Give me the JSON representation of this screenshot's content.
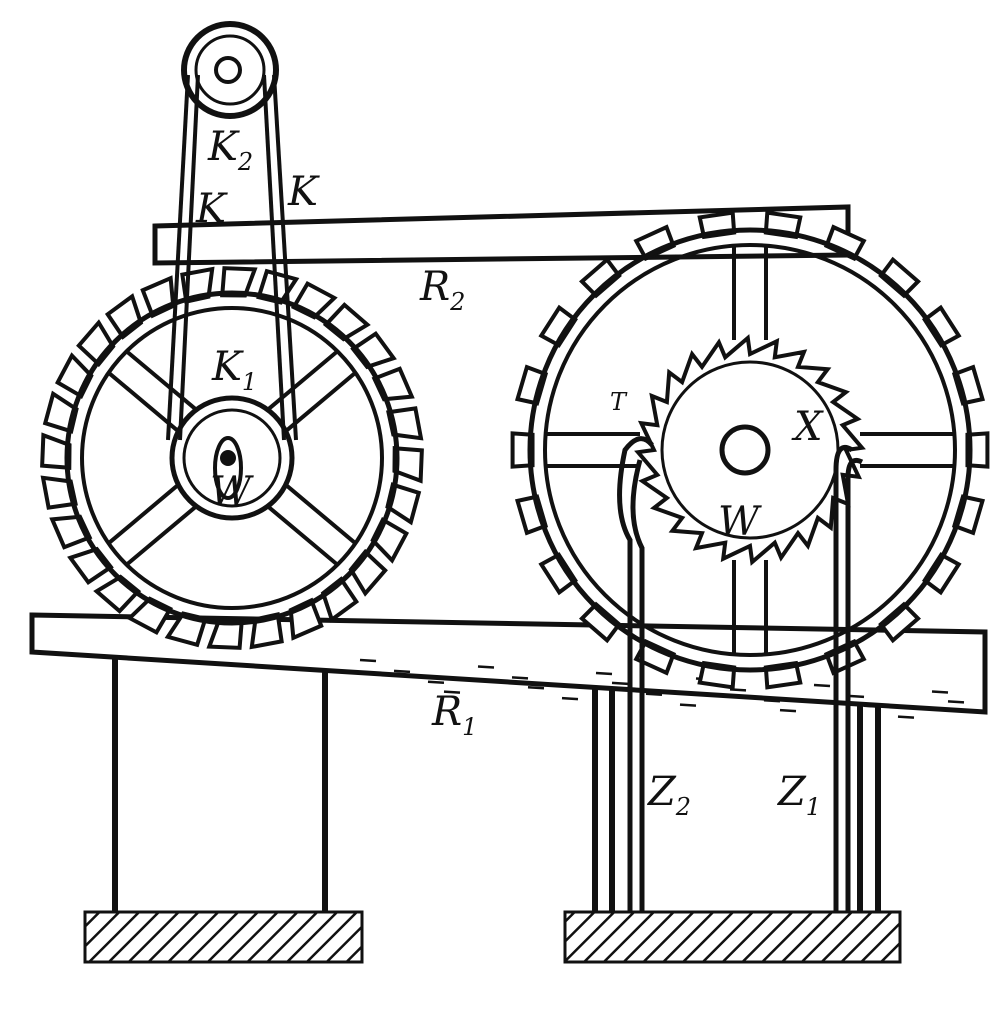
{
  "colors": {
    "ink": "#111111",
    "paper": "#ffffff",
    "water": "#111111"
  },
  "labels": {
    "K2": {
      "main": "K",
      "sub": "2"
    },
    "K_left": {
      "main": "K"
    },
    "K_right": {
      "main": "K"
    },
    "K1": {
      "main": "K",
      "sub": "1"
    },
    "R2": {
      "main": "R",
      "sub": "2"
    },
    "R1": {
      "main": "R",
      "sub": "1"
    },
    "W_left": {
      "main": "W"
    },
    "T": {
      "main": "T"
    },
    "X": {
      "main": "X"
    },
    "W_right": {
      "main": "W"
    },
    "Z2": {
      "main": "Z",
      "sub": "2"
    },
    "Z1": {
      "main": "Z",
      "sub": "1"
    }
  }
}
